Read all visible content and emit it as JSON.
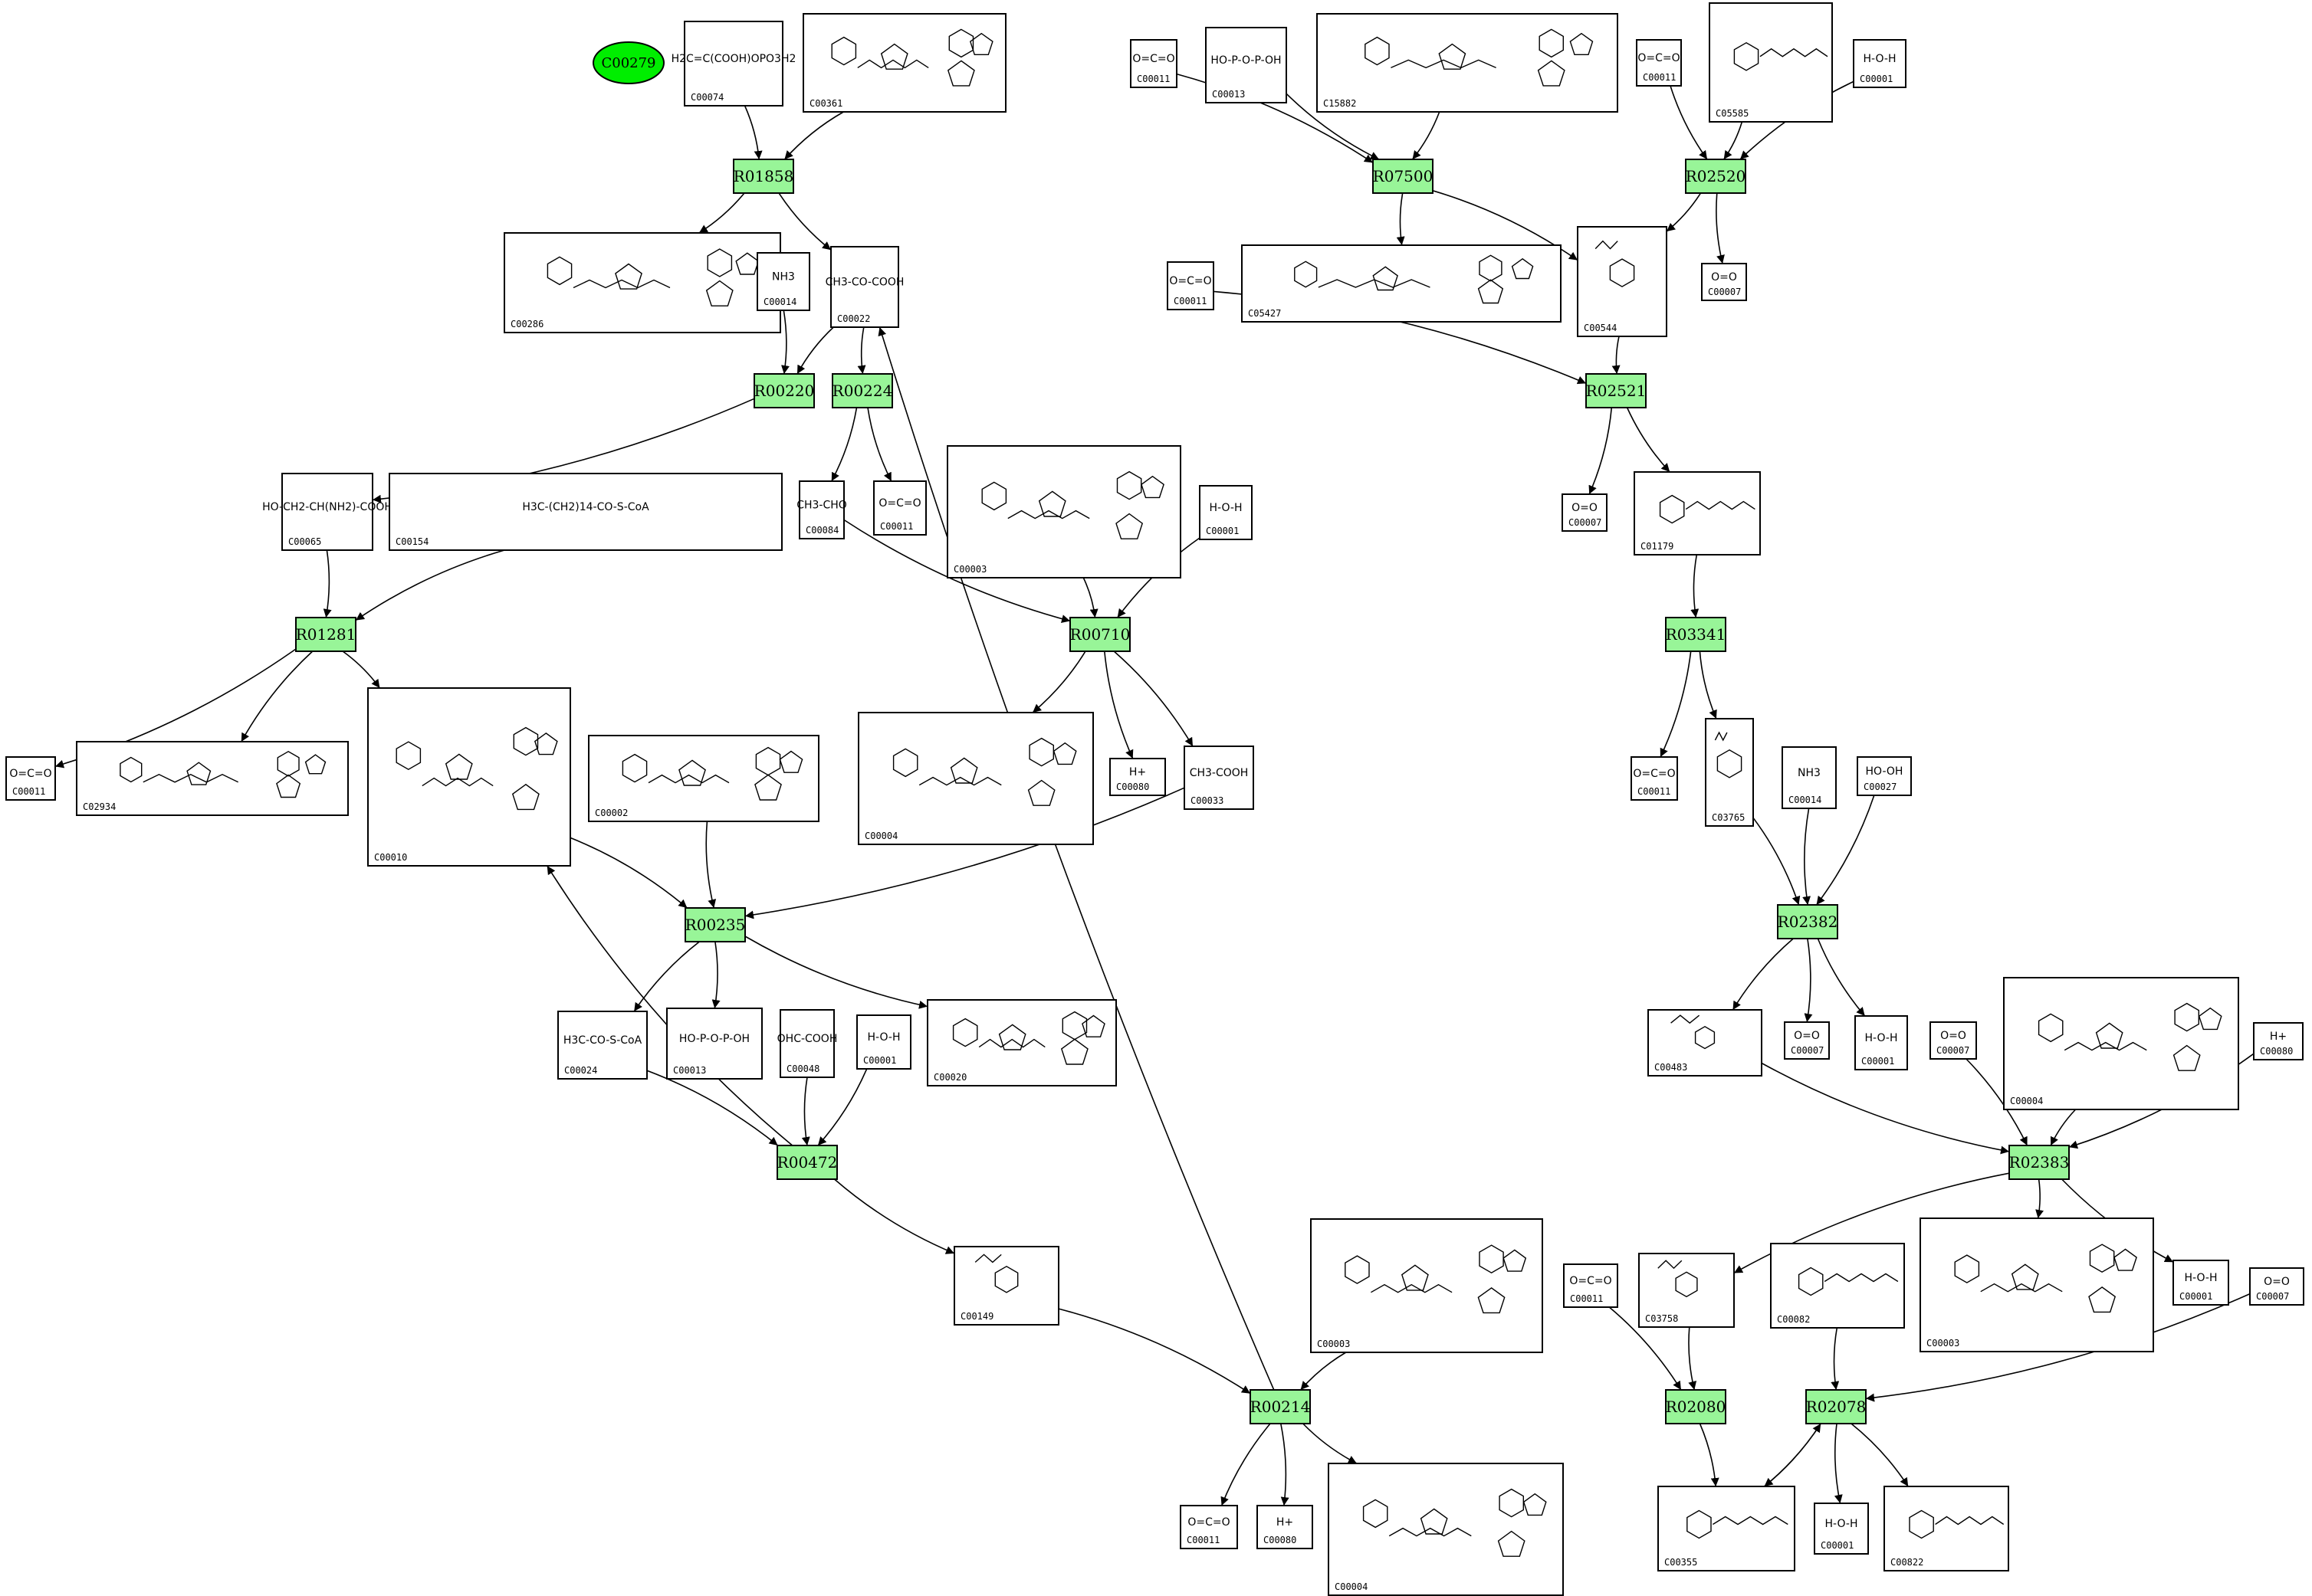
{
  "start_node": {
    "id": "C00279"
  },
  "reactions": [
    "R01858",
    "R07500",
    "R02520",
    "R00220",
    "R00224",
    "R02521",
    "R01281",
    "R00710",
    "R03341",
    "R00235",
    "R02382",
    "R00472",
    "R02383",
    "R00214",
    "R02080",
    "R02078"
  ],
  "compounds": [
    {
      "key": "c_c00074",
      "id": "C00074",
      "formula": "H2C=C(COOH)OPO3H2"
    },
    {
      "key": "c_c00361",
      "id": "C00361",
      "formula": ""
    },
    {
      "key": "c_c00011a",
      "id": "C00011",
      "formula": "O=C=O"
    },
    {
      "key": "c_c00013a",
      "id": "C00013",
      "formula": "HO-P-O-P-OH"
    },
    {
      "key": "c_c15882",
      "id": "C15882",
      "formula": ""
    },
    {
      "key": "c_c00011b",
      "id": "C00011",
      "formula": "O=C=O"
    },
    {
      "key": "c_c05585",
      "id": "C05585",
      "formula": ""
    },
    {
      "key": "c_c00001a",
      "id": "C00001",
      "formula": "H-O-H"
    },
    {
      "key": "c_c00286",
      "id": "C00286",
      "formula": ""
    },
    {
      "key": "c_c00014a",
      "id": "C00014",
      "formula": "NH3"
    },
    {
      "key": "c_c00022",
      "id": "C00022",
      "formula": "CH3-CO-COOH"
    },
    {
      "key": "c_c00011c",
      "id": "C00011",
      "formula": "O=C=O"
    },
    {
      "key": "c_c05427",
      "id": "C05427",
      "formula": ""
    },
    {
      "key": "c_c00544",
      "id": "C00544",
      "formula": ""
    },
    {
      "key": "c_c00007a",
      "id": "C00007",
      "formula": "O=O"
    },
    {
      "key": "c_c00065",
      "id": "C00065",
      "formula": "HO-CH2-CH(NH2)-COOH"
    },
    {
      "key": "c_c00154",
      "id": "C00154",
      "formula": "H3C-(CH2)14-CO-S-CoA"
    },
    {
      "key": "c_c00084",
      "id": "C00084",
      "formula": "CH3-CHO"
    },
    {
      "key": "c_c00011d",
      "id": "C00011",
      "formula": "O=C=O"
    },
    {
      "key": "c_c00003a",
      "id": "C00003",
      "formula": ""
    },
    {
      "key": "c_c00001b",
      "id": "C00001",
      "formula": "H-O-H"
    },
    {
      "key": "c_c00007b",
      "id": "C00007",
      "formula": "O=O"
    },
    {
      "key": "c_c01179",
      "id": "C01179",
      "formula": ""
    },
    {
      "key": "c_c00011e",
      "id": "C00011",
      "formula": "O=C=O"
    },
    {
      "key": "c_c02934",
      "id": "C02934",
      "formula": ""
    },
    {
      "key": "c_c00010",
      "id": "C00010",
      "formula": ""
    },
    {
      "key": "c_c00002",
      "id": "C00002",
      "formula": ""
    },
    {
      "key": "c_c00004a",
      "id": "C00004",
      "formula": ""
    },
    {
      "key": "c_c00080a",
      "id": "C00080",
      "formula": "H+"
    },
    {
      "key": "c_c00033",
      "id": "C00033",
      "formula": "CH3-COOH"
    },
    {
      "key": "c_c00011f",
      "id": "C00011",
      "formula": "O=C=O"
    },
    {
      "key": "c_c03765",
      "id": "C03765",
      "formula": ""
    },
    {
      "key": "c_c00014b",
      "id": "C00014",
      "formula": "NH3"
    },
    {
      "key": "c_c00027",
      "id": "C00027",
      "formula": "HO-OH"
    },
    {
      "key": "c_c00024",
      "id": "C00024",
      "formula": "H3C-CO-S-CoA"
    },
    {
      "key": "c_c00013b",
      "id": "C00013",
      "formula": "HO-P-O-P-OH"
    },
    {
      "key": "c_c00048",
      "id": "C00048",
      "formula": "OHC-COOH"
    },
    {
      "key": "c_c00001c",
      "id": "C00001",
      "formula": "H-O-H"
    },
    {
      "key": "c_c00020",
      "id": "C00020",
      "formula": ""
    },
    {
      "key": "c_c00483",
      "id": "C00483",
      "formula": ""
    },
    {
      "key": "c_c00007c",
      "id": "C00007",
      "formula": "O=O"
    },
    {
      "key": "c_c00001d",
      "id": "C00001",
      "formula": "H-O-H"
    },
    {
      "key": "c_c00007d",
      "id": "C00007",
      "formula": "O=O"
    },
    {
      "key": "c_c00004b",
      "id": "C00004",
      "formula": ""
    },
    {
      "key": "c_c00080b",
      "id": "C00080",
      "formula": "H+"
    },
    {
      "key": "c_c00149",
      "id": "C00149",
      "formula": ""
    },
    {
      "key": "c_c00003b",
      "id": "C00003",
      "formula": ""
    },
    {
      "key": "c_c00011g",
      "id": "C00011",
      "formula": "O=C=O"
    },
    {
      "key": "c_c03758",
      "id": "C03758",
      "formula": ""
    },
    {
      "key": "c_c00082",
      "id": "C00082",
      "formula": ""
    },
    {
      "key": "c_c00003c",
      "id": "C00003",
      "formula": ""
    },
    {
      "key": "c_c00001e",
      "id": "C00001",
      "formula": "H-O-H"
    },
    {
      "key": "c_c00007e",
      "id": "C00007",
      "formula": "O=O"
    },
    {
      "key": "c_c00011h",
      "id": "C00011",
      "formula": "O=C=O"
    },
    {
      "key": "c_c00080c",
      "id": "C00080",
      "formula": "H+"
    },
    {
      "key": "c_c00004c",
      "id": "C00004",
      "formula": ""
    },
    {
      "key": "c_c00355",
      "id": "C00355",
      "formula": ""
    },
    {
      "key": "c_c00001f",
      "id": "C00001",
      "formula": "H-O-H"
    },
    {
      "key": "c_c00822",
      "id": "C00822",
      "formula": ""
    }
  ],
  "edges": [
    [
      "c_c00074",
      "R01858"
    ],
    [
      "c_c00361",
      "R01858"
    ],
    [
      "R01858",
      "c_c00286"
    ],
    [
      "R01858",
      "c_c00022"
    ],
    [
      "c_c00011a",
      "R07500"
    ],
    [
      "c_c00013a",
      "R07500"
    ],
    [
      "c_c15882",
      "R07500"
    ],
    [
      "R07500",
      "c_c05427"
    ],
    [
      "R07500",
      "c_c00544"
    ],
    [
      "c_c00011b",
      "R02520"
    ],
    [
      "c_c05585",
      "R02520"
    ],
    [
      "c_c00001a",
      "R02520"
    ],
    [
      "R02520",
      "c_c00544"
    ],
    [
      "R02520",
      "c_c00007a"
    ],
    [
      "c_c00014a",
      "R00220"
    ],
    [
      "c_c00022",
      "R00220"
    ],
    [
      "R00220",
      "c_c00065"
    ],
    [
      "c_c00022",
      "R00224"
    ],
    [
      "R00224",
      "c_c00084"
    ],
    [
      "R00224",
      "c_c00011d"
    ],
    [
      "c_c00011c",
      "R02521"
    ],
    [
      "c_c00544",
      "R02521"
    ],
    [
      "R02521",
      "c_c00007b"
    ],
    [
      "R02521",
      "c_c01179"
    ],
    [
      "c_c00065",
      "R01281"
    ],
    [
      "c_c00154",
      "R01281"
    ],
    [
      "R01281",
      "c_c00011e"
    ],
    [
      "R01281",
      "c_c02934"
    ],
    [
      "R01281",
      "c_c00010"
    ],
    [
      "c_c00084",
      "R00710"
    ],
    [
      "c_c00003a",
      "R00710"
    ],
    [
      "c_c00001b",
      "R00710"
    ],
    [
      "R00710",
      "c_c00004a"
    ],
    [
      "R00710",
      "c_c00080a"
    ],
    [
      "R00710",
      "c_c00033"
    ],
    [
      "c_c01179",
      "R03341"
    ],
    [
      "R03341",
      "c_c00011f"
    ],
    [
      "R03341",
      "c_c03765"
    ],
    [
      "c_c00010",
      "R00235"
    ],
    [
      "c_c00002",
      "R00235"
    ],
    [
      "c_c00033",
      "R00235"
    ],
    [
      "R00235",
      "c_c00024"
    ],
    [
      "R00235",
      "c_c00013b"
    ],
    [
      "R00235",
      "c_c00020"
    ],
    [
      "c_c03765",
      "R02382"
    ],
    [
      "c_c00014b",
      "R02382"
    ],
    [
      "c_c00027",
      "R02382"
    ],
    [
      "R02382",
      "c_c00483"
    ],
    [
      "R02382",
      "c_c00007c"
    ],
    [
      "R02382",
      "c_c00001d"
    ],
    [
      "c_c00024",
      "R00472"
    ],
    [
      "c_c00048",
      "R00472"
    ],
    [
      "c_c00001c",
      "R00472"
    ],
    [
      "R00472",
      "c_c00149"
    ],
    [
      "R00472",
      "c_c00010"
    ],
    [
      "c_c00483",
      "R02383"
    ],
    [
      "c_c00007d",
      "R02383"
    ],
    [
      "c_c00004b",
      "R02383"
    ],
    [
      "c_c00080b",
      "R02383"
    ],
    [
      "R02383",
      "c_c03758"
    ],
    [
      "R02383",
      "c_c00003c"
    ],
    [
      "R02383",
      "c_c00001e"
    ],
    [
      "c_c00149",
      "R00214"
    ],
    [
      "c_c00003b",
      "R00214"
    ],
    [
      "R00214",
      "c_c00022"
    ],
    [
      "R00214",
      "c_c00011h"
    ],
    [
      "R00214",
      "c_c00080c"
    ],
    [
      "R00214",
      "c_c00004c"
    ],
    [
      "c_c00011g",
      "R02080"
    ],
    [
      "c_c03758",
      "R02080"
    ],
    [
      "R02080",
      "c_c00355"
    ],
    [
      "c_c00082",
      "R02078"
    ],
    [
      "c_c00007e",
      "R02078"
    ],
    [
      "c_c00355",
      "R02078"
    ],
    [
      "R02078",
      "c_c00355"
    ],
    [
      "R02078",
      "c_c00001f"
    ],
    [
      "R02078",
      "c_c00822"
    ]
  ],
  "colors": {
    "reaction_fill": "#98f598",
    "start_fill": "#00ee00",
    "stroke": "#000000",
    "background": "#ffffff"
  }
}
